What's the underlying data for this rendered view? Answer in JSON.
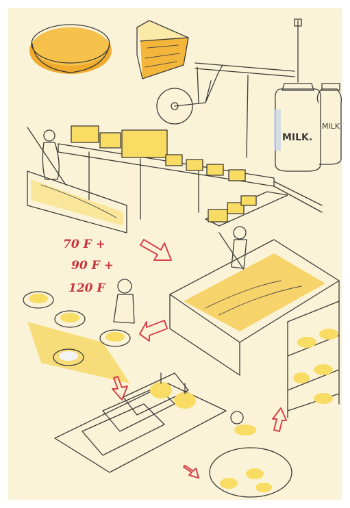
{
  "illustration": {
    "milk_can_label": "MILK.",
    "milk_can_label_2": "MILK",
    "temperature_steps": [
      "70 F +",
      "90 F +",
      "120 F"
    ]
  },
  "colors": {
    "paper": "#fbf3d8",
    "cheese": "#f9dc63",
    "cheese_rind": "#f0ab2e",
    "arrow": "#d9424a",
    "ink": "#3b3a36",
    "wash_blue": "#c9d6e6"
  }
}
